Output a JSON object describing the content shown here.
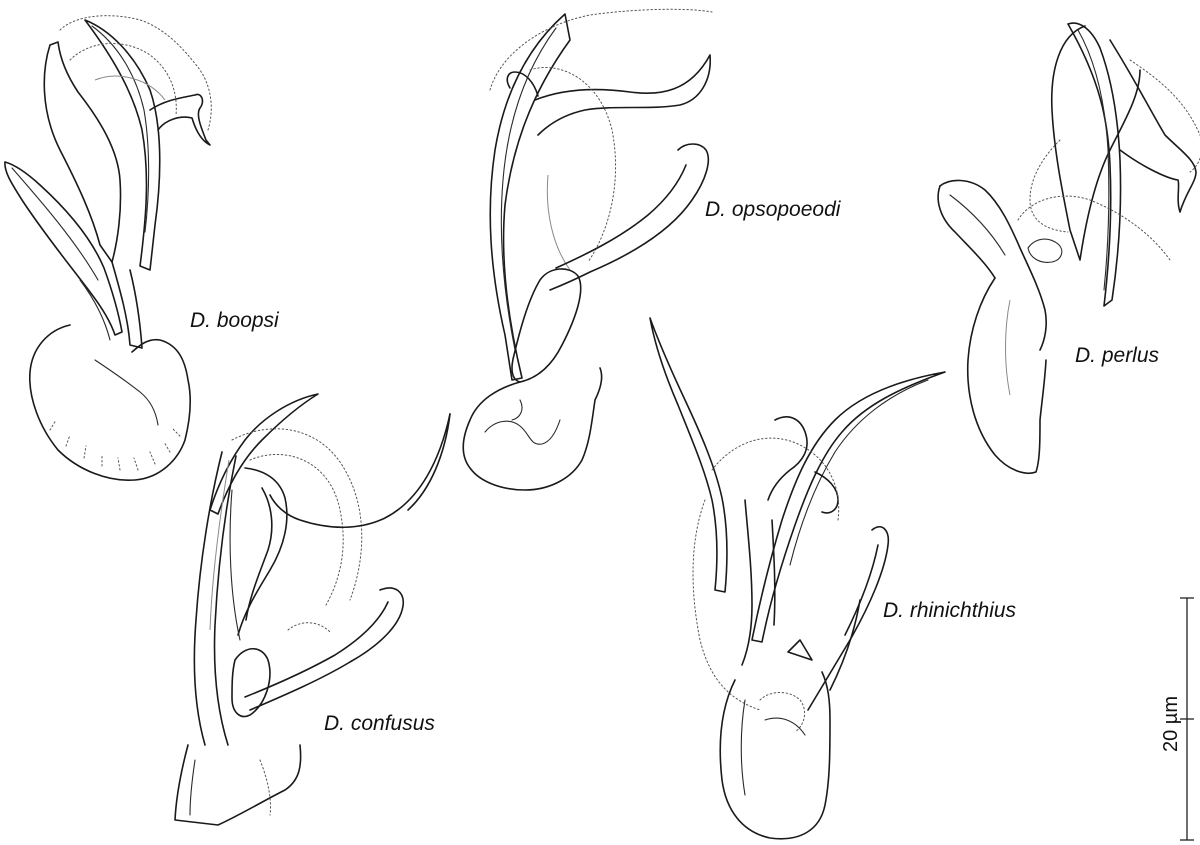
{
  "figure": {
    "species": [
      {
        "id": "boopsi",
        "label": "D. boopsi"
      },
      {
        "id": "opsopoeodi",
        "label": "D. opsopoeodi"
      },
      {
        "id": "perlus",
        "label": "D. perlus"
      },
      {
        "id": "confusus",
        "label": "D. confusus"
      },
      {
        "id": "rhinichthius",
        "label": "D. rhinichthius"
      }
    ],
    "scale_bar": {
      "label": "20 µm",
      "length_um": 20
    }
  },
  "style": {
    "line_color": "#1a1a1a",
    "background": "#ffffff"
  }
}
